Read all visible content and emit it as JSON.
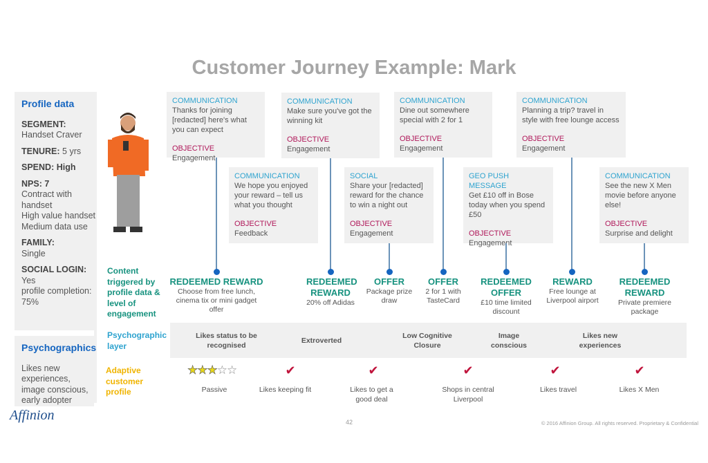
{
  "title": "Customer Journey Example: Mark",
  "profile": {
    "heading": "Profile data",
    "segment_label": "SEGMENT:",
    "segment": "Handset Craver",
    "tenure_label": "TENURE:",
    "tenure": "5 yrs",
    "spend_label": "SPEND:",
    "spend": "High",
    "nps_label": "NPS:",
    "nps": "7",
    "nps_details": [
      "Contract with handset",
      "High value handset",
      "Medium data use"
    ],
    "family_label": "FAMILY:",
    "family": "Single",
    "social_label": "SOCIAL LOGIN:",
    "social": "Yes",
    "completion": "profile completion: 75%"
  },
  "psychographics": {
    "heading": "Psychographics",
    "text": "Likes new experiences, image conscious, early adopter"
  },
  "row_labels": {
    "content": "Content triggered by profile data & level of engagement",
    "psy": "Psychographic layer",
    "adaptive": "Adaptive customer profile"
  },
  "colors": {
    "blue": "#1565c0",
    "teal": "#17927f",
    "cyan": "#2ea3cf",
    "magenta": "#b0185a",
    "yellow": "#f0b400"
  },
  "cards": [
    {
      "type": "COMMUNICATION",
      "text": "Thanks for joining [redacted] here's what you can expect",
      "objective_label": "OBJECTIVE",
      "objective": "Engagement"
    },
    {
      "type": "COMMUNICATION",
      "text": "We hope you enjoyed your reward – tell us what you thought",
      "objective_label": "OBJECTIVE",
      "objective": "Feedback"
    },
    {
      "type": "COMMUNICATION",
      "text": "Make sure you've got the winning kit",
      "objective_label": "OBJECTIVE",
      "objective": "Engagement"
    },
    {
      "type": "SOCIAL",
      "text": "Share your [redacted] reward for the chance to win a night out",
      "objective_label": "OBJECTIVE",
      "objective": "Engagement"
    },
    {
      "type": "COMMUNICATION",
      "text": "Dine out somewhere special with 2 for 1",
      "objective_label": "OBJECTIVE",
      "objective": "Engagement"
    },
    {
      "type": "GEO PUSH MESSAGE",
      "text": "Get £10 off in Bose today when you spend £50",
      "objective_label": "OBJECTIVE",
      "objective": "Engagement"
    },
    {
      "type": "COMMUNICATION",
      "text": "Planning a trip? travel in style with free lounge access",
      "objective_label": "OBJECTIVE",
      "objective": "Engagement"
    },
    {
      "type": "COMMUNICATION",
      "text": "See the new X Men movie before anyone else!",
      "objective_label": "OBJECTIVE",
      "objective": "Surprise and delight"
    }
  ],
  "events": [
    {
      "title": "REDEEMED REWARD",
      "desc": "Choose from free lunch, cinema tix or mini gadget offer"
    },
    {
      "title": "REDEEMED REWARD",
      "desc": "20% off Adidas"
    },
    {
      "title": "OFFER",
      "desc": "Package prize draw"
    },
    {
      "title": "OFFER",
      "desc": "2 for 1 with TasteCard"
    },
    {
      "title": "REDEEMED OFFER",
      "desc": "£10 time limited discount"
    },
    {
      "title": "REWARD",
      "desc": "Free lounge at Liverpool airport"
    },
    {
      "title": "REDEEMED REWARD",
      "desc": "Private premiere package"
    }
  ],
  "traits": [
    "Likes  status to be recognised",
    "Extroverted",
    "Low Cognitive Closure",
    "Image conscious",
    "Likes new experiences"
  ],
  "adaptive": {
    "rating": 3,
    "rating_max": 5,
    "items": [
      "Passive",
      "Likes keeping fit",
      "Likes to get a good deal",
      "Shops in central Liverpool",
      "Likes travel",
      "Likes X Men"
    ]
  },
  "footer": {
    "logo": "Affinion",
    "page": "42",
    "copyright": "© 2016 Affinion Group. All rights reserved. Proprietary & Confidential"
  }
}
